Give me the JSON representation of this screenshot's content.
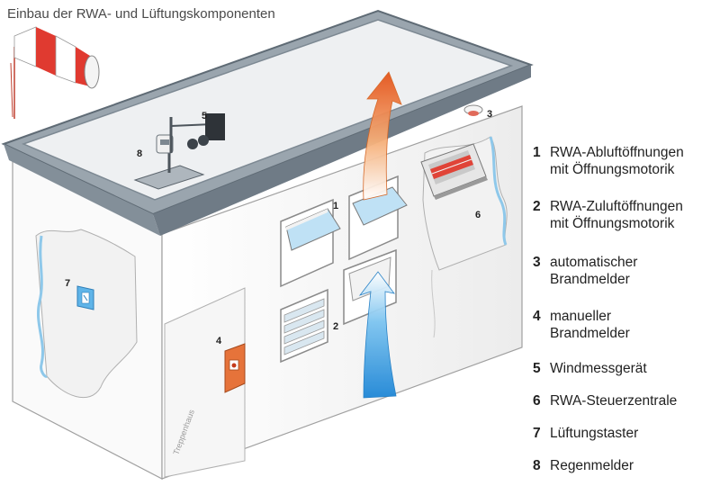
{
  "title": "Einbau der RWA- und Lüftungskomponenten",
  "stairwell_label": "Treppenhaus",
  "callouts": [
    "1",
    "2",
    "3",
    "4",
    "5",
    "6",
    "7",
    "8"
  ],
  "legend": [
    {
      "num": "1",
      "line1": "RWA-Abluftöffnungen",
      "line2": "mit Öffnungsmotorik"
    },
    {
      "num": "2",
      "line1": "RWA-Zuluftöffnungen",
      "line2": "mit Öffnungsmotorik"
    },
    {
      "num": "3",
      "line1": "automatischer",
      "line2": "Brandmelder"
    },
    {
      "num": "4",
      "line1": "manueller",
      "line2": "Brandmelder"
    },
    {
      "num": "5",
      "line1": "Windmessgerät",
      "line2": ""
    },
    {
      "num": "6",
      "line1": "RWA-Steuerzentrale",
      "line2": ""
    },
    {
      "num": "7",
      "line1": "Lüftungstaster",
      "line2": ""
    },
    {
      "num": "8",
      "line1": "Regenmelder",
      "line2": ""
    }
  ],
  "colors": {
    "roof": "#909ca6",
    "roof_edge": "#5f6b75",
    "wall": "#f4f4f4",
    "outline": "#9a9a9a",
    "exhaust_arrow": "#f07a2a",
    "supply_arrow": "#2f9be0",
    "windsock_red": "#e03a30",
    "panel_orange": "#e6733a",
    "button_blue": "#5fb4e8"
  }
}
